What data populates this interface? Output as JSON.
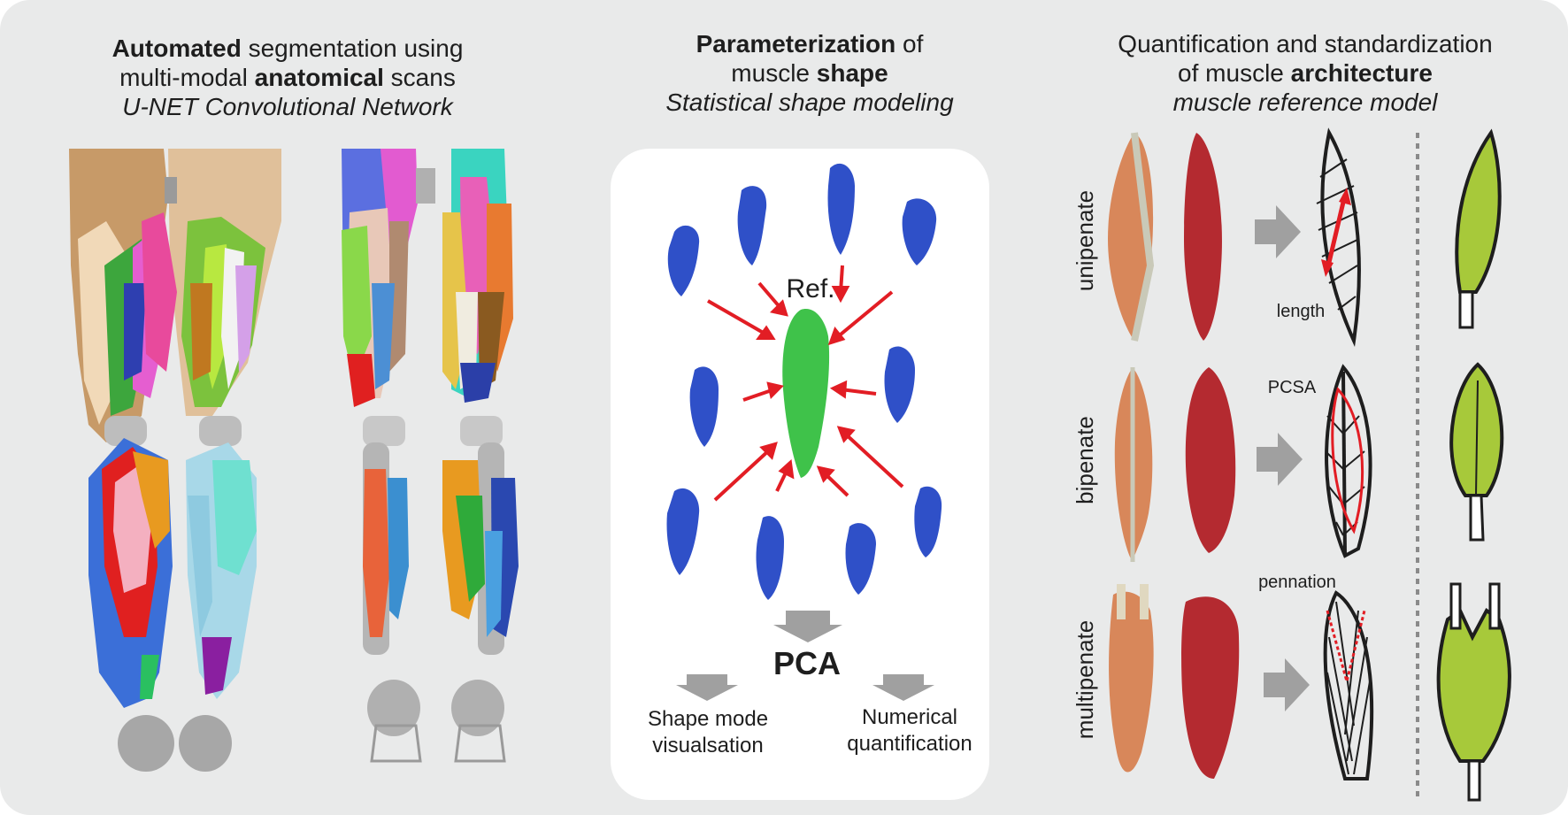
{
  "column1": {
    "line1_bold": "Automated",
    "line1_rest": " segmentation using",
    "line2_start": "multi-modal ",
    "line2_bold": "anatomical",
    "line2_end": " scans",
    "line3_italic": "U-NET Convolutional Network"
  },
  "column2": {
    "line1_bold": "Parameterization",
    "line1_rest": " of",
    "line2_start": "muscle ",
    "line2_bold": "shape",
    "line3_italic": "Statistical shape modeling",
    "ref_label": "Ref.",
    "pca_label": "PCA",
    "out_left_1": "Shape mode",
    "out_left_2": "visualsation",
    "out_right_1": "Numerical",
    "out_right_2": "quantification"
  },
  "column3": {
    "line1": "Quantification and standardization",
    "line2_start": "of muscle ",
    "line2_bold": "architecture",
    "line3_italic": "muscle reference model",
    "rows": [
      {
        "label": "unipenate",
        "annotation": "length"
      },
      {
        "label": "bipenate",
        "annotation": "PCSA"
      },
      {
        "label": "multipenate",
        "annotation": "pennation"
      }
    ]
  },
  "colors": {
    "panel_bg": "#e9eaea",
    "shape_blue": "#2f50c8",
    "reference_green": "#3fc24a",
    "arrow_red": "#e21d24",
    "leaf_green": "#a7c93a",
    "flow_arrow_gray": "#a0a0a0",
    "muscle_red": "#b42a30",
    "muscle_orange": "#d8875a"
  },
  "icons": [
    "flow-arrow-icon",
    "shape-blob-icon",
    "leaf-icon"
  ]
}
